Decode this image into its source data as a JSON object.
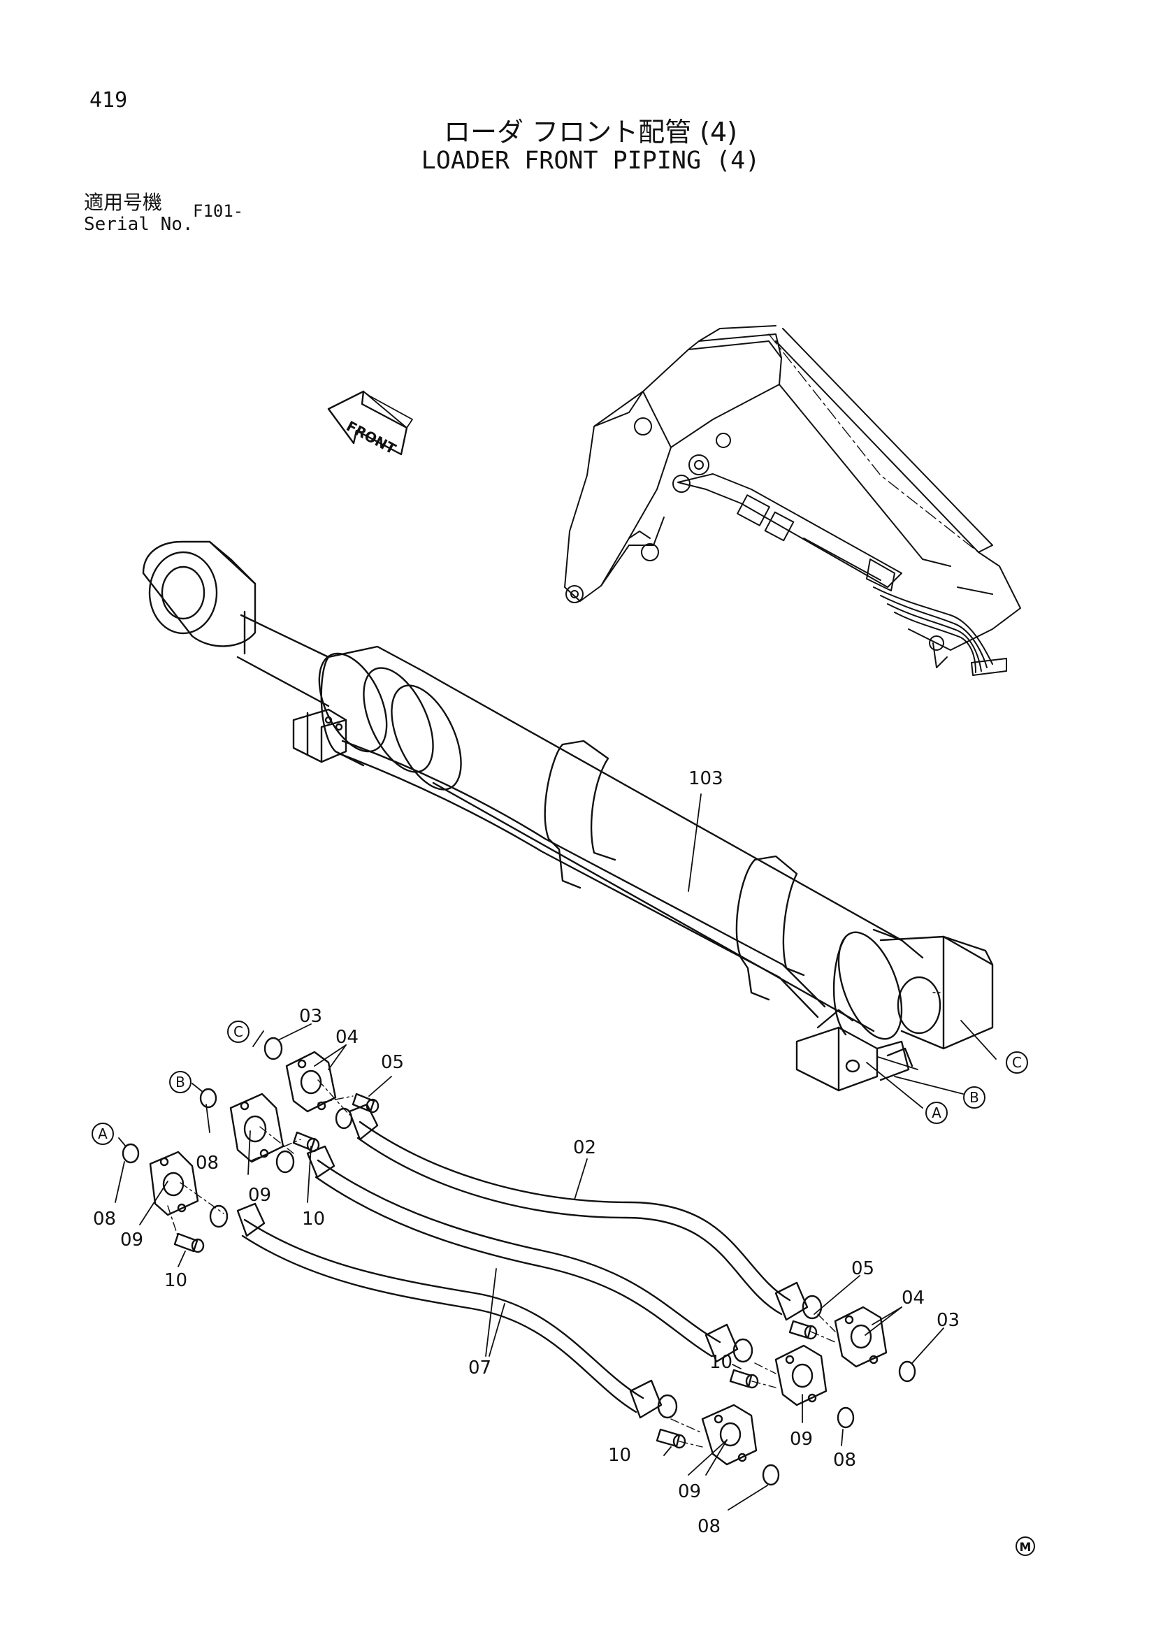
{
  "header": {
    "page_number": "419",
    "title_jp": "ローダ フロント配管 (4)",
    "title_en": "LOADER FRONT PIPING (4)",
    "serial_label_jp": "適用号機",
    "serial_label_en": "Serial No.",
    "serial_value": "F101-"
  },
  "front_arrow_label": "FRONT",
  "callouts": {
    "c103": "103",
    "c02": "02",
    "c07": "07",
    "c03a": "03",
    "c04a": "04",
    "c05a": "05",
    "c08a": "08",
    "c08b": "08",
    "c09a": "09",
    "c09b": "09",
    "c10a": "10",
    "c10b": "10",
    "c05b": "05",
    "c04b": "04",
    "c03b": "03",
    "c10c": "10",
    "c10d": "10",
    "c09c": "09",
    "c08c": "08",
    "c09d": "09",
    "c08d": "08"
  },
  "port_markers": {
    "a_left": "A",
    "b_left": "B",
    "c_left": "C",
    "a_right": "A",
    "b_right": "B",
    "c_right": "C"
  },
  "corner_mark": "M"
}
